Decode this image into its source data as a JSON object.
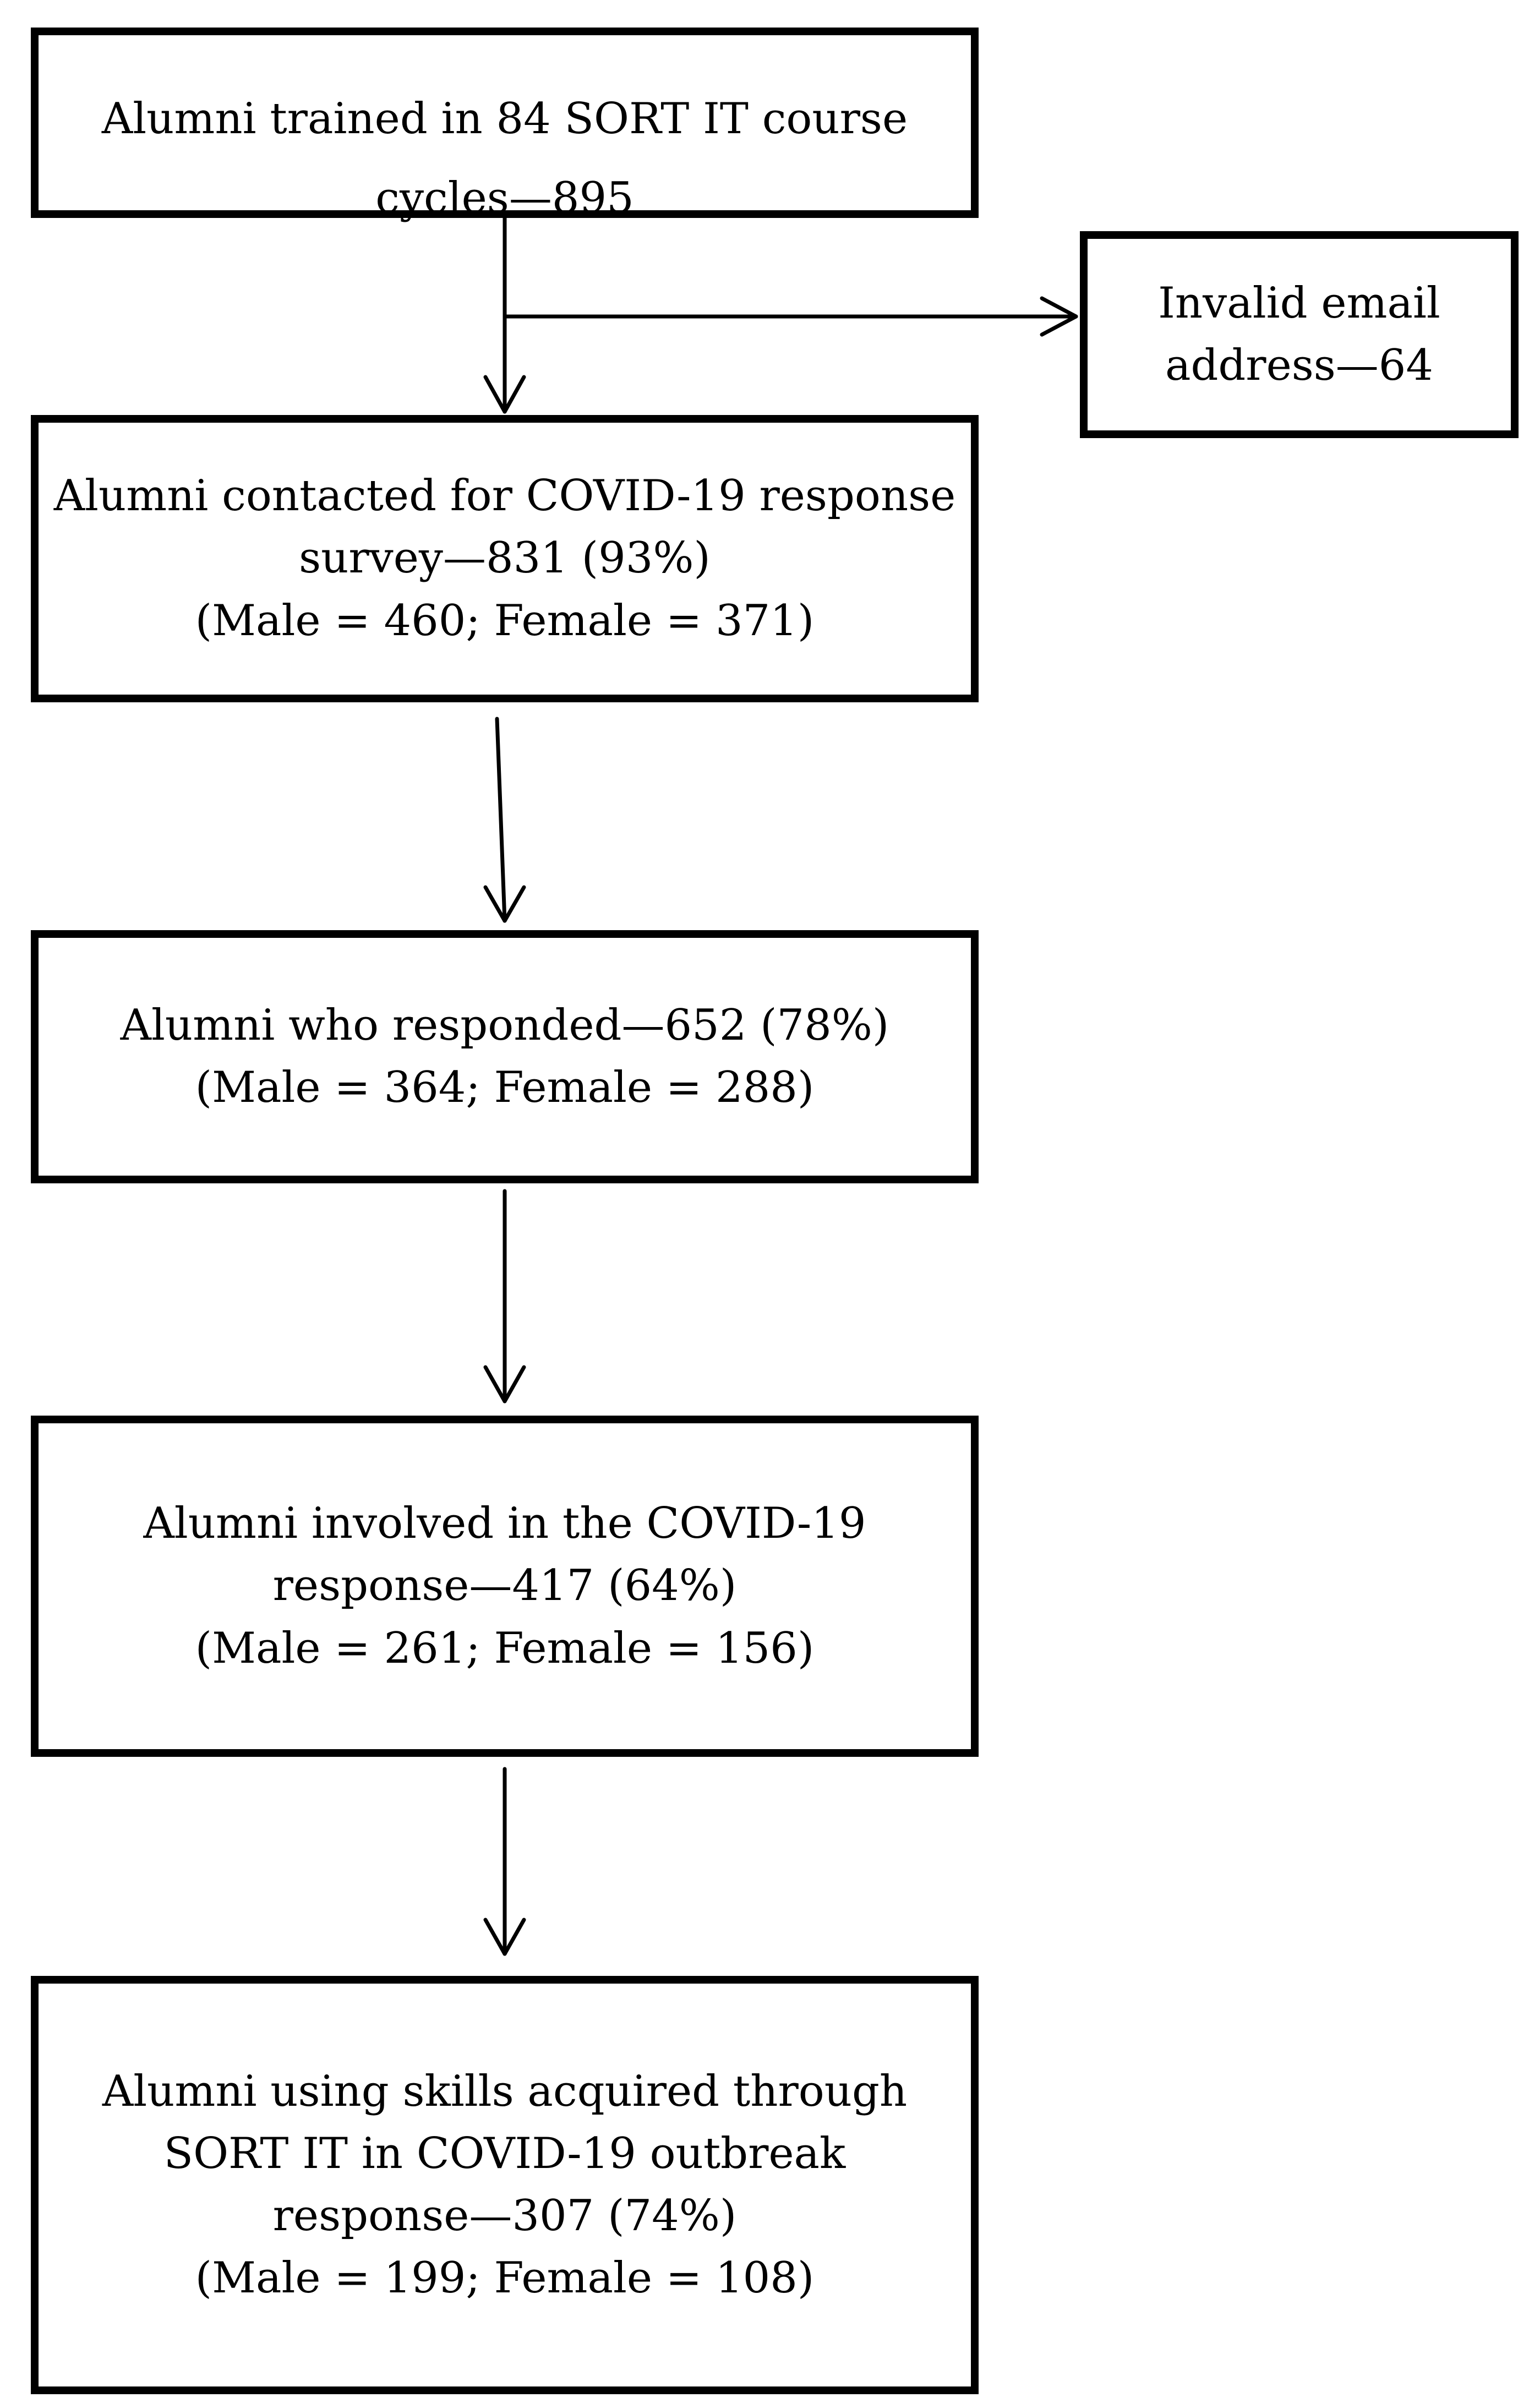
{
  "boxes": {
    "trained": {
      "line1": "Alumni trained in 84 SORT IT course",
      "line2": "cycles—895"
    },
    "invalid": {
      "line1": "Invalid email",
      "line2": "address—64"
    },
    "contacted": {
      "line1": "Alumni contacted for COVID-19 response",
      "line2": "survey—831 (93%)",
      "line3": "(Male = 460; Female = 371)"
    },
    "responded": {
      "line1": "Alumni who responded—652 (78%)",
      "line2": "(Male = 364; Female = 288)"
    },
    "involved": {
      "line1": "Alumni involved in the COVID-19",
      "line2": "response—417 (64%)",
      "line3": "(Male = 261; Female = 156)"
    },
    "using_skills": {
      "line1": "Alumni using skills acquired through",
      "line2": "SORT IT in COVID-19 outbreak",
      "line3": "response—307 (74%)",
      "line4": "(Male = 199; Female = 108)"
    }
  },
  "colors": {
    "stroke": "#000000",
    "background": "#ffffff"
  }
}
